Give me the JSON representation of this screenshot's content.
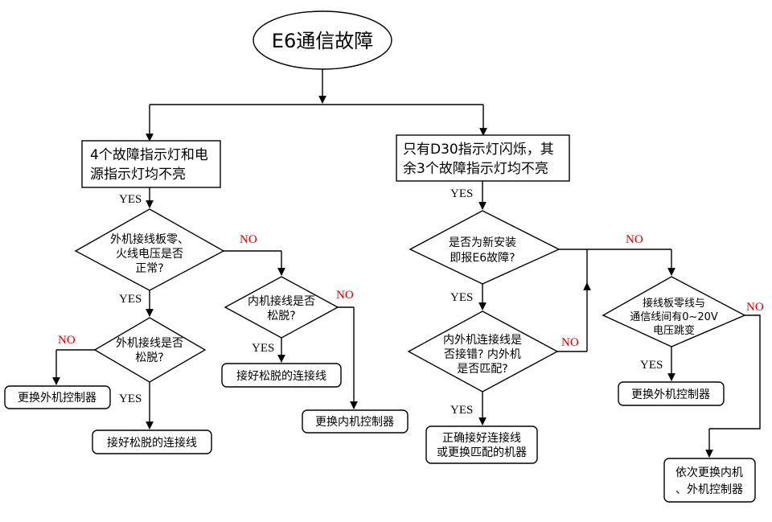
{
  "title": "E6通信故障",
  "nodes": {
    "branch_left": [
      "4个故障指示灯和电",
      "源指示灯均不亮"
    ],
    "branch_right": [
      "只有D30指示灯闪烁，其",
      "余3个故障指示灯均不亮"
    ],
    "dec_outdoor_voltage": [
      "外机接线板零、",
      "火线电压是否",
      "正常?"
    ],
    "dec_indoor_loose": [
      "内机接线是否",
      "松脱?"
    ],
    "dec_outdoor_loose": [
      "外机接线是否",
      "松脱?"
    ],
    "dec_new_install": [
      "是否为新安装",
      "即报E6故障?"
    ],
    "dec_wiring_match": [
      "内外机连接线是",
      "否接错? 内外机",
      "是否匹配?"
    ],
    "dec_voltage_jump": [
      "接线板零线与",
      "通信线间有0~20V",
      "电压跳变"
    ],
    "act_replace_outdoor_left": "更换外机控制器",
    "act_reconnect_left": "接好松脱的连接线",
    "act_reconnect_mid": "接好松脱的连接线",
    "act_replace_indoor": "更换内机控制器",
    "act_correct_wiring": [
      "正确接好连接线",
      "或更换匹配的机器"
    ],
    "act_replace_outdoor_right": "更换外机控制器",
    "act_replace_both": [
      "依次更换内机",
      "、外机控制器"
    ]
  },
  "labels": {
    "yes": "YES",
    "no": "NO"
  },
  "colors": {
    "yes": "#000000",
    "no": "#d00000",
    "line": "#000000"
  }
}
